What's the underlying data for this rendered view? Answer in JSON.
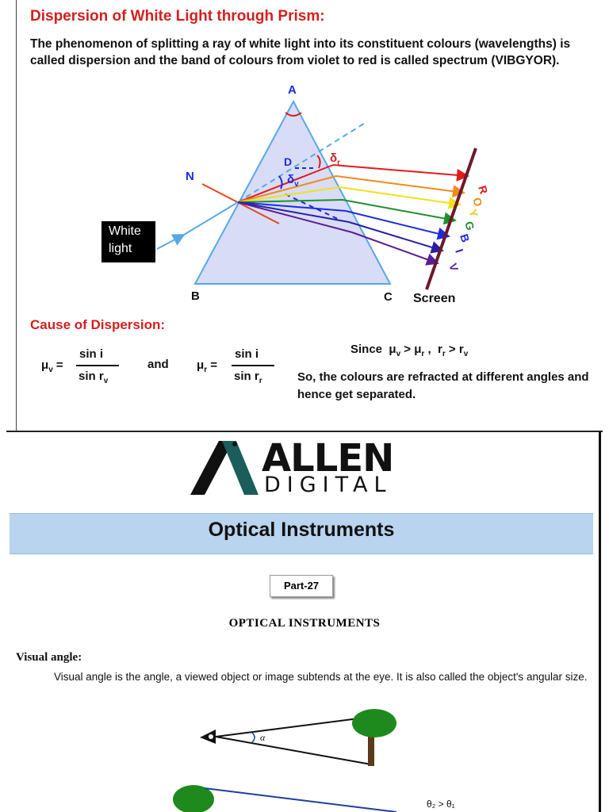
{
  "top": {
    "title": "Dispersion of  White Light through Prism:",
    "intro": "The phenomenon of  splitting a ray of white light into its constituent colours (wavelengths) is called dispersion and the band of colours from violet to red is called spectrum (VIBGYOR).",
    "diagram": {
      "vertex_a": "A",
      "vertex_b": "B",
      "vertex_c": "C",
      "normal": "N",
      "deviation_point": "D",
      "delta_r": "δ",
      "delta_r_sub": "r",
      "delta_v": "δ",
      "delta_v_sub": "v",
      "white_light_line1": "White",
      "white_light_line2": "light",
      "screen_label": "Screen",
      "spectrum_letters": [
        "R",
        "O",
        "Y",
        "G",
        "B",
        "I",
        "V"
      ],
      "colors": {
        "red": "#e31b1b",
        "orange": "#f08a1c",
        "yellow": "#f1e21a",
        "green": "#1e8f2e",
        "blue": "#1a2ce0",
        "indigo": "#2a1fa3",
        "violet": "#5a1e96",
        "prism_fill": "#d9dcf7",
        "prism_edge": "#57a8e6"
      }
    },
    "cause_heading": "Cause of Dispersion:",
    "eq_mu_v": "μ",
    "eq_mu_v_sub": "v",
    "eq_equals": " =",
    "eq_num": "sin i",
    "eq_den_v": "sin r",
    "eq_den_v_sub": "v",
    "eq_and": "and",
    "eq_mu_r": "μ",
    "eq_mu_r_sub": "r",
    "eq_den_r": "sin r",
    "eq_den_r_sub": "r",
    "since_word": "Since",
    "since_mu": "μ",
    "since_v": "v",
    "since_gt": " > ",
    "since_mu2": "μ",
    "since_r": "r",
    "since_comma": " ,",
    "since_r2": "r",
    "since_r2_sub": "r",
    "since_gt2": " > ",
    "since_r3": "r",
    "since_r3_sub": "v",
    "conclusion": "So, the colours are refracted at different angles and hence get separated."
  },
  "bottom": {
    "logo_main": "ALLEN",
    "logo_sub": "DIGITAL",
    "banner_title": "Optical Instruments",
    "part_label": "Part-27",
    "section_title": "OPTICAL INSTRUMENTS",
    "visual_angle_heading": "Visual angle:",
    "visual_angle_text": "Visual angle is the angle, a viewed object or image subtends at the eye. It is also called the object's angular size.",
    "alpha_label": "α",
    "theta_relation": "θ₂ > θ₁",
    "colors": {
      "banner": "#b8d4ee",
      "logo_teal": "#1b5d5b",
      "tree_green": "#1e8a1e",
      "line_blue": "#1f3f9c"
    }
  }
}
